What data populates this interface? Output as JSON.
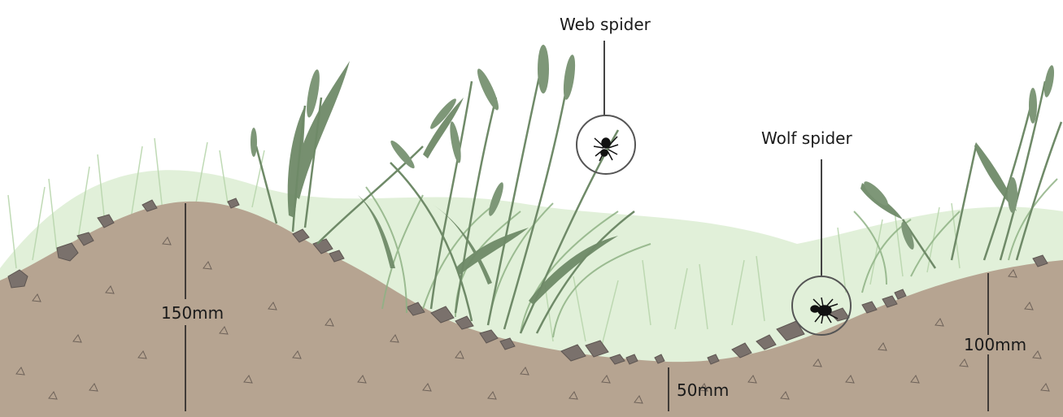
{
  "labels": {
    "web_spider": "Web spider",
    "wolf_spider": "Wolf spider"
  },
  "measurements": {
    "left_mound": "150mm",
    "valley": "50mm",
    "right_mound": "100mm"
  },
  "colors": {
    "soil": "#b6a491",
    "rock": "#7a716c",
    "grass_dark": "#6f8a68",
    "grass_light": "#cfe3c9",
    "line": "#333333"
  },
  "icons": [
    "spider-icon",
    "magnifier-circle"
  ]
}
